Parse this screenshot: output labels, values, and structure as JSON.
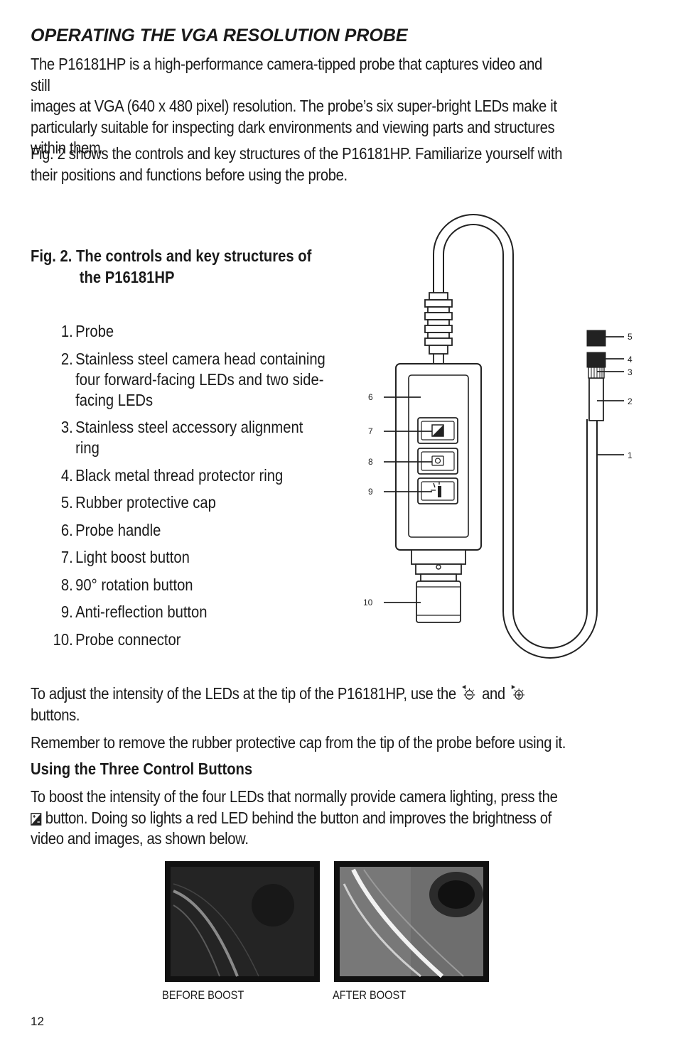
{
  "section_title": "OPERATING THE VGA RESOLUTION PROBE",
  "intro": {
    "line1": "The P16181HP is a high-performance camera-tipped probe that captures video and still",
    "line2": "images at VGA (640 x 480 pixel) resolution. The probe’s six super-bright LEDs make it",
    "line3": "particularly suitable for inspecting dark environments and viewing parts and structures",
    "line4": "within them."
  },
  "fig_intro": {
    "line1": "Fig. 2 shows the controls and key structures of the P16181HP. Familiarize yourself with",
    "line2": "their positions and functions before using the probe."
  },
  "figure": {
    "caption_line1": "Fig. 2. The controls and key structures of",
    "caption_line2": "the P16181HP",
    "items": [
      {
        "num": "1.",
        "line1": "Probe"
      },
      {
        "num": "2.",
        "line1": "Stainless steel camera head containing",
        "line2": "four forward-facing LEDs and two side-",
        "line3": "facing LEDs"
      },
      {
        "num": "3.",
        "line1": "Stainless steel accessory alignment",
        "line2": "ring"
      },
      {
        "num": "4.",
        "line1": "Black metal thread protector ring"
      },
      {
        "num": "5.",
        "line1": "Rubber protective cap"
      },
      {
        "num": "6.",
        "line1": "Probe handle"
      },
      {
        "num": "7.",
        "line1": "Light boost button"
      },
      {
        "num": "8.",
        "line1": "90° rotation button"
      },
      {
        "num": "9.",
        "line1": "Anti-reflection button"
      },
      {
        "num": "10.",
        "line1": "Probe connector"
      }
    ],
    "callouts": [
      "1",
      "2",
      "3",
      "4",
      "5",
      "6",
      "7",
      "8",
      "9",
      "10"
    ]
  },
  "led_intensity": {
    "part1": "To adjust the intensity of the LEDs at the tip of the P16181HP, use the",
    "and": "and",
    "line2": "buttons.",
    "icon_decrease": "led-decrease-icon",
    "icon_increase": "led-increase-icon"
  },
  "remove_cap": "Remember to remove the rubber protective cap from the tip of the probe before using it.",
  "control_buttons": {
    "heading": "Using the Three Control Buttons",
    "line1": "To boost the intensity of the four LEDs that normally provide camera lighting, press the",
    "line2": "button. Doing so lights a red LED behind the button and improves the brightness of",
    "line3": "video and images, as shown below.",
    "icon": "light-boost-icon"
  },
  "photos": {
    "before_caption": "BEFORE BOOST",
    "after_caption": "AFTER BOOST"
  },
  "page_number": "12"
}
